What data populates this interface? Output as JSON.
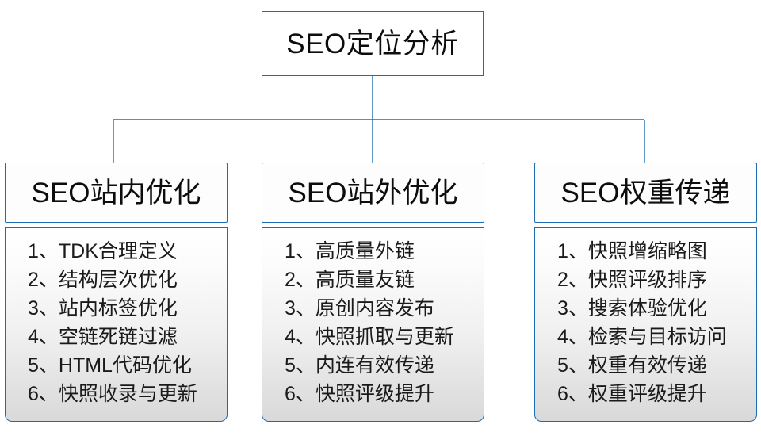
{
  "diagram": {
    "type": "org-tree",
    "root": {
      "label": "SEO定位分析"
    },
    "branches": [
      {
        "title": "SEO站内优化",
        "items": [
          "1、TDK合理定义",
          "2、结构层次优化",
          "3、站内标签优化",
          "4、空链死链过滤",
          "5、HTML代码优化",
          "6、快照收录与更新"
        ]
      },
      {
        "title": "SEO站外优化",
        "items": [
          "1、高质量外链",
          "2、高质量友链",
          "3、原创内容发布",
          "4、快照抓取与更新",
          "5、内连有效传递",
          "6、快照评级提升"
        ]
      },
      {
        "title": "SEO权重传递",
        "items": [
          "1、快照增缩略图",
          "2、快照评级排序",
          "3、搜索体验优化",
          "4、检索与目标访问",
          "5、权重有效传递",
          "6、权重评级提升"
        ]
      }
    ],
    "colors": {
      "border": "#1c6cb5",
      "connector": "#1c6cb5",
      "text": "#0d0d0d",
      "body_gradient_top": "#ffffff",
      "body_gradient_bottom": "#d9d9d9",
      "background": "#ffffff"
    }
  }
}
